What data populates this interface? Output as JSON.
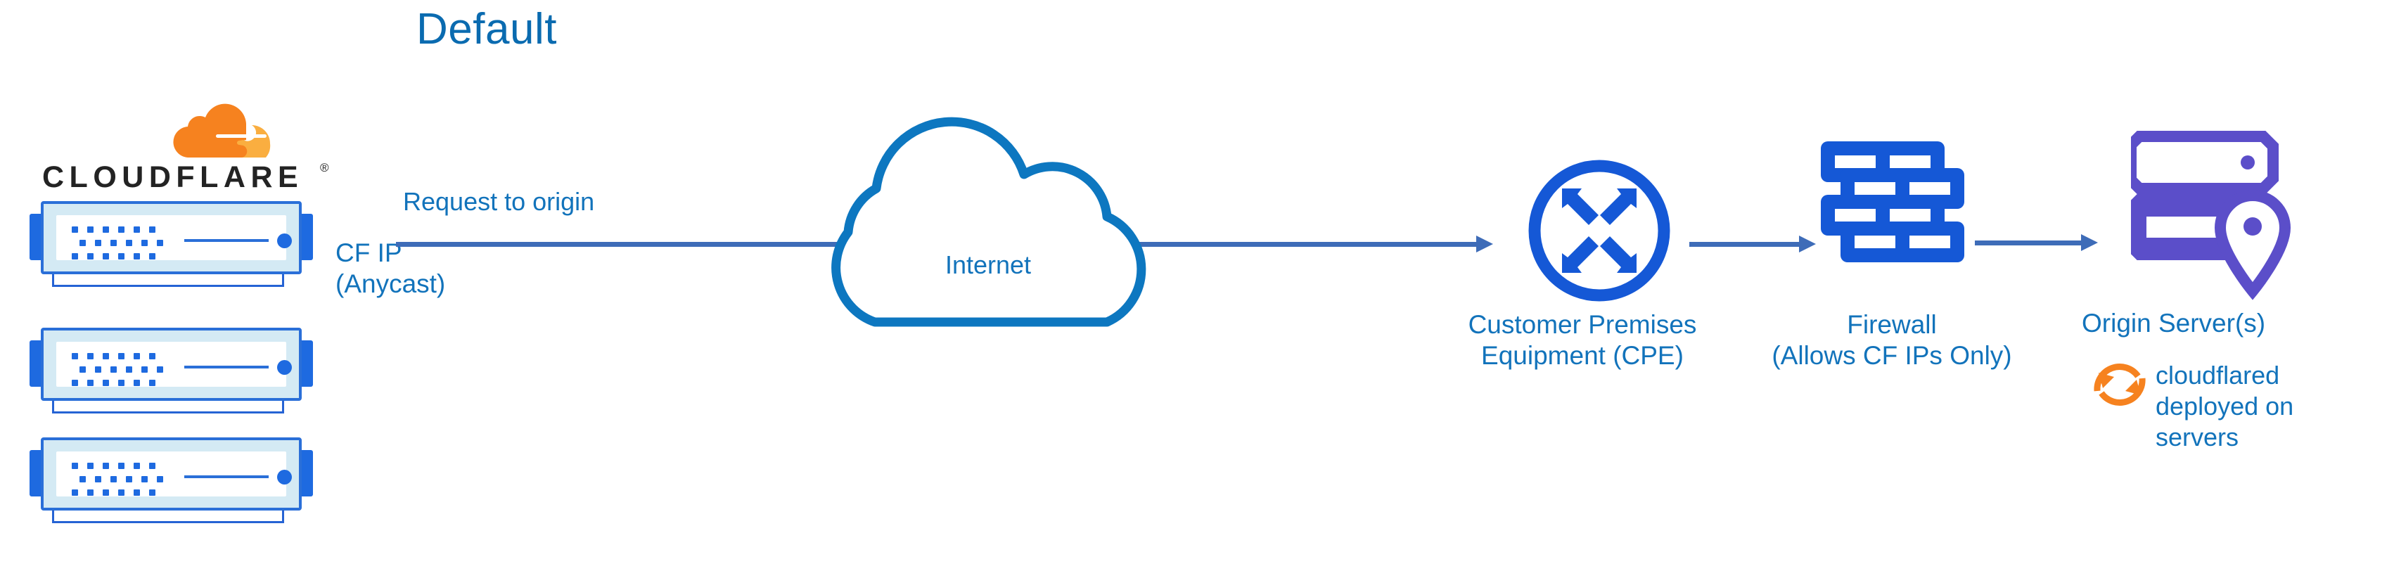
{
  "title": "Default",
  "colors": {
    "heading_blue": "#0a6bb0",
    "label_blue": "#1273bb",
    "arrow_blue": "#3e6cb8",
    "cloud_blue": "#0d77c0",
    "icon_blue": "#1558d6",
    "server_body": "#d4eaf4",
    "origin_purple": "#5b4ec9",
    "cloudflare_orange": "#f6821f",
    "cloudflare_orange_light": "#faae40"
  },
  "brand": {
    "logo_name": "cloudflare-logo",
    "wordmark": "CLOUDFLARE",
    "registered_mark": "®"
  },
  "edge": {
    "servers": [
      {
        "name": "cloudflare-edge-server-1"
      },
      {
        "name": "cloudflare-edge-server-2"
      },
      {
        "name": "cloudflare-edge-server-3"
      }
    ],
    "ip_label_line1": "CF IP",
    "ip_label_line2": "(Anycast)"
  },
  "flow": {
    "request_label": "Request to origin",
    "arrows": [
      {
        "name": "arrow-edge-to-cpe",
        "from": "cloudflare-edge",
        "to": "customer-premises-equipment"
      },
      {
        "name": "arrow-cpe-to-firewall",
        "from": "customer-premises-equipment",
        "to": "firewall"
      },
      {
        "name": "arrow-firewall-to-origin",
        "from": "firewall",
        "to": "origin-server"
      }
    ]
  },
  "nodes": {
    "internet": {
      "label": "Internet",
      "icon": "cloud-icon"
    },
    "cpe": {
      "label_line1": "Customer Premises",
      "label_line2": "Equipment (CPE)",
      "icon": "router-icon"
    },
    "firewall": {
      "label_line1": "Firewall",
      "label_line2": "(Allows CF IPs Only)",
      "icon": "brick-wall-icon"
    },
    "origin": {
      "label": "Origin Server(s)",
      "icon": "server-location-icon"
    }
  },
  "annotation": {
    "icon": "refresh-cycle-icon",
    "line1": "cloudflared",
    "line2": "deployed on",
    "line3": "servers"
  }
}
